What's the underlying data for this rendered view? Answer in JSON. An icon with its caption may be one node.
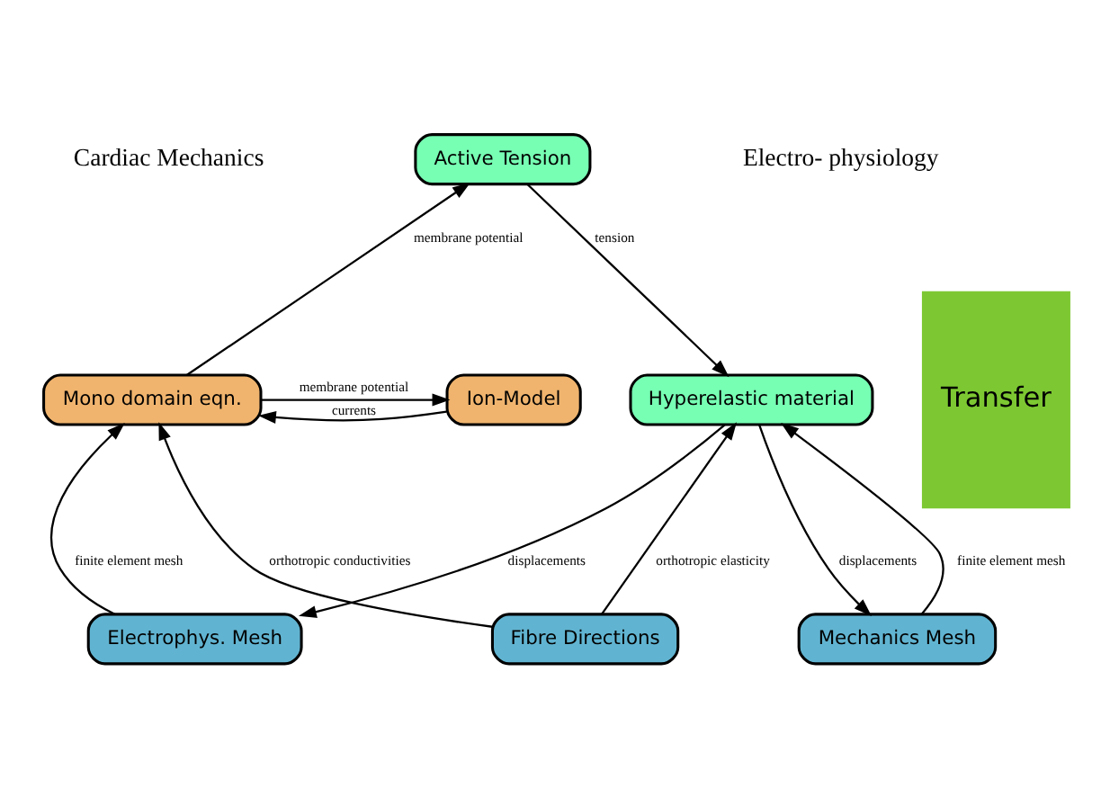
{
  "diagram": {
    "nodes": [
      {
        "text": [
          "Active Tension"
        ]
      },
      {
        "text": [
          "Hyperelastic material"
        ]
      },
      {
        "text": [
          "Transfer"
        ]
      },
      {
        "text": [
          "Mono domain eqn."
        ]
      },
      {
        "text": [
          "Ion-Model"
        ]
      },
      {
        "text": [
          "Mechanics Mesh"
        ]
      },
      {
        "text": [
          "Fibre Directions"
        ]
      },
      {
        "text": [
          "Electrophys. Mesh"
        ]
      }
    ],
    "edges": [
      {
        "from": 0,
        "to": 1,
        "arrow": "to",
        "label": "tension"
      },
      {
        "from": 3,
        "to": 0,
        "arrow": "to",
        "label": "membrane potential"
      },
      {
        "from": 3,
        "to": 4,
        "arrow": "to",
        "label": "membrane potential"
      },
      {
        "from": 4,
        "to": 3,
        "arrow": "to",
        "label": "currents"
      },
      {
        "from": 5,
        "to": 1,
        "arrow": "to",
        "label": "finite element mesh"
      },
      {
        "from": 1,
        "to": 5,
        "arrow": "to",
        "label": "displacements"
      },
      {
        "from": 6,
        "to": 1,
        "arrow": "to",
        "label": "orthotropic elasticity"
      },
      {
        "from": 6,
        "to": 3,
        "arrow": "to",
        "label": "orthotropic conductivities"
      },
      {
        "from": 1,
        "to": 7,
        "arrow": "to",
        "label": "displacements"
      },
      {
        "from": 7,
        "to": 3,
        "arrow": "to",
        "label": "finite element mesh"
      }
    ],
    "labels": [
      "Cardiac Mechanics",
      "Electro- physiology"
    ]
  }
}
